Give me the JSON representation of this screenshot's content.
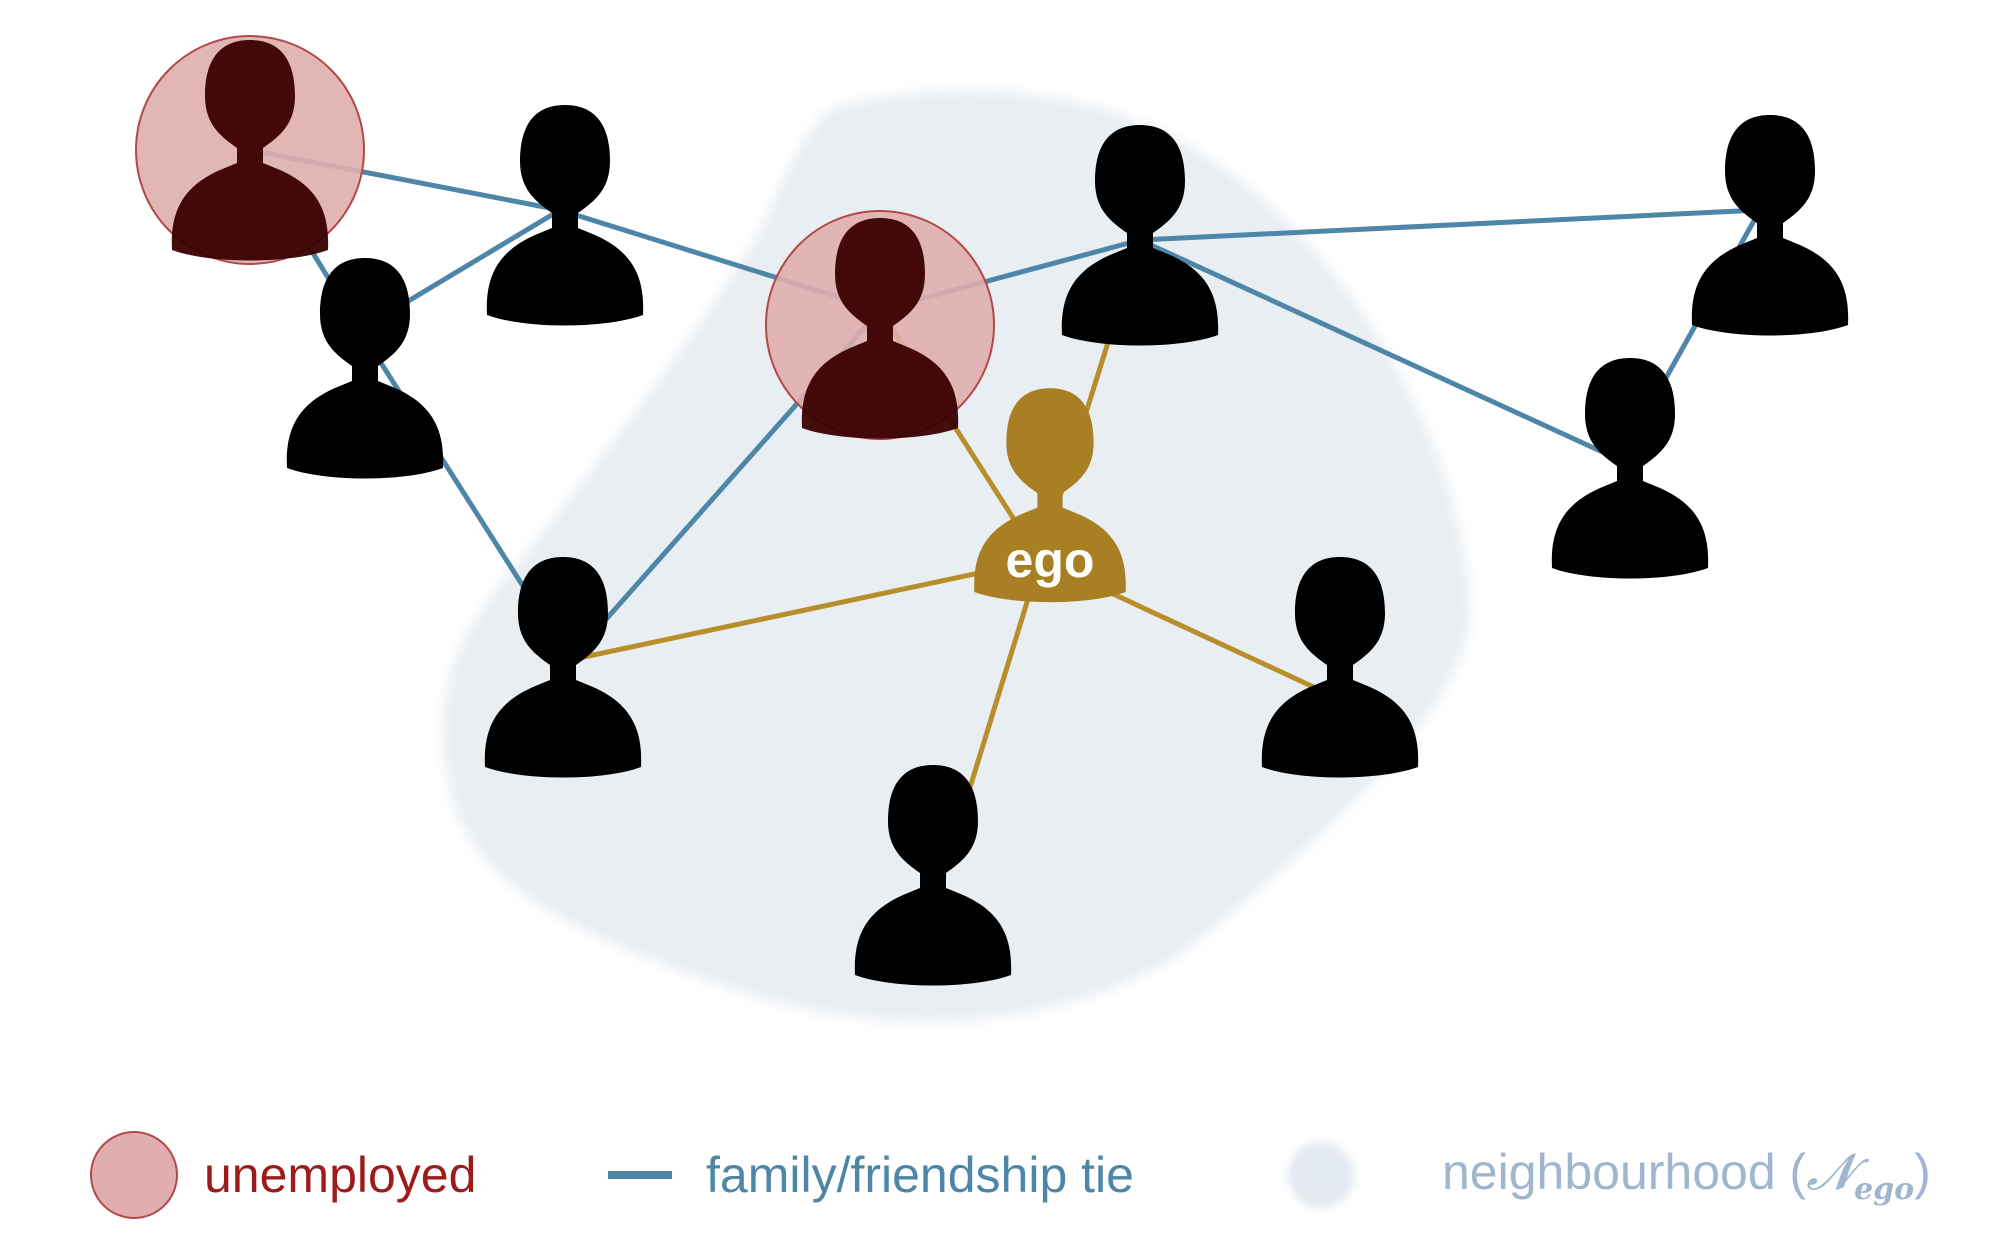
{
  "colors": {
    "unemployed_fill": "#e0aeae",
    "unemployed_stroke": "#b24848",
    "unemployed_text": "#9e1b1b",
    "tie_blue": "#4d86a8",
    "tie_gold": "#b88e2a",
    "ego_fill": "#a87f22",
    "person_black": "#000000",
    "person_dark_red": "#3a0000",
    "neighbourhood_fill": "#e9eef3",
    "neighbourhood_text": "#9fb6ce",
    "ego_label_color": "#ffffff"
  },
  "icons": {
    "person": "person-icon",
    "ego": "ego-person-icon"
  },
  "ego_label": "ego",
  "legend": {
    "unemployed": "unemployed",
    "tie": "family/friendship tie",
    "neighbourhood_prefix": "neighbourhood (",
    "neighbourhood_symbol": "𝓝",
    "neighbourhood_subscript": "ego",
    "neighbourhood_suffix": ")"
  },
  "nodes": [
    {
      "id": "p1",
      "role": "person",
      "unemployed": true
    },
    {
      "id": "p2",
      "role": "person",
      "unemployed": false
    },
    {
      "id": "p3",
      "role": "person",
      "unemployed": false
    },
    {
      "id": "p4",
      "role": "person",
      "unemployed": true
    },
    {
      "id": "p5",
      "role": "person",
      "unemployed": false
    },
    {
      "id": "p6",
      "role": "person",
      "unemployed": false
    },
    {
      "id": "p7",
      "role": "person",
      "unemployed": false
    },
    {
      "id": "ego",
      "role": "ego",
      "unemployed": false
    },
    {
      "id": "p8",
      "role": "person",
      "unemployed": false
    },
    {
      "id": "p9",
      "role": "person",
      "unemployed": false
    },
    {
      "id": "p10",
      "role": "person",
      "unemployed": false
    }
  ],
  "edges": [
    {
      "from": "p1",
      "to": "p2",
      "type": "family-friendship"
    },
    {
      "from": "p1",
      "to": "p3",
      "type": "family-friendship"
    },
    {
      "from": "p2",
      "to": "p3",
      "type": "family-friendship"
    },
    {
      "from": "p2",
      "to": "p4",
      "type": "family-friendship"
    },
    {
      "from": "p4",
      "to": "p5",
      "type": "family-friendship"
    },
    {
      "from": "p5",
      "to": "p6",
      "type": "family-friendship"
    },
    {
      "from": "p5",
      "to": "p7",
      "type": "family-friendship"
    },
    {
      "from": "p6",
      "to": "p7",
      "type": "family-friendship"
    },
    {
      "from": "p3",
      "to": "p8",
      "type": "family-friendship"
    },
    {
      "from": "p4",
      "to": "p8",
      "type": "family-friendship"
    },
    {
      "from": "ego",
      "to": "p4",
      "type": "ego-tie"
    },
    {
      "from": "ego",
      "to": "p5",
      "type": "ego-tie"
    },
    {
      "from": "ego",
      "to": "p8",
      "type": "ego-tie"
    },
    {
      "from": "ego",
      "to": "p9",
      "type": "ego-tie"
    },
    {
      "from": "ego",
      "to": "p10",
      "type": "ego-tie"
    }
  ]
}
